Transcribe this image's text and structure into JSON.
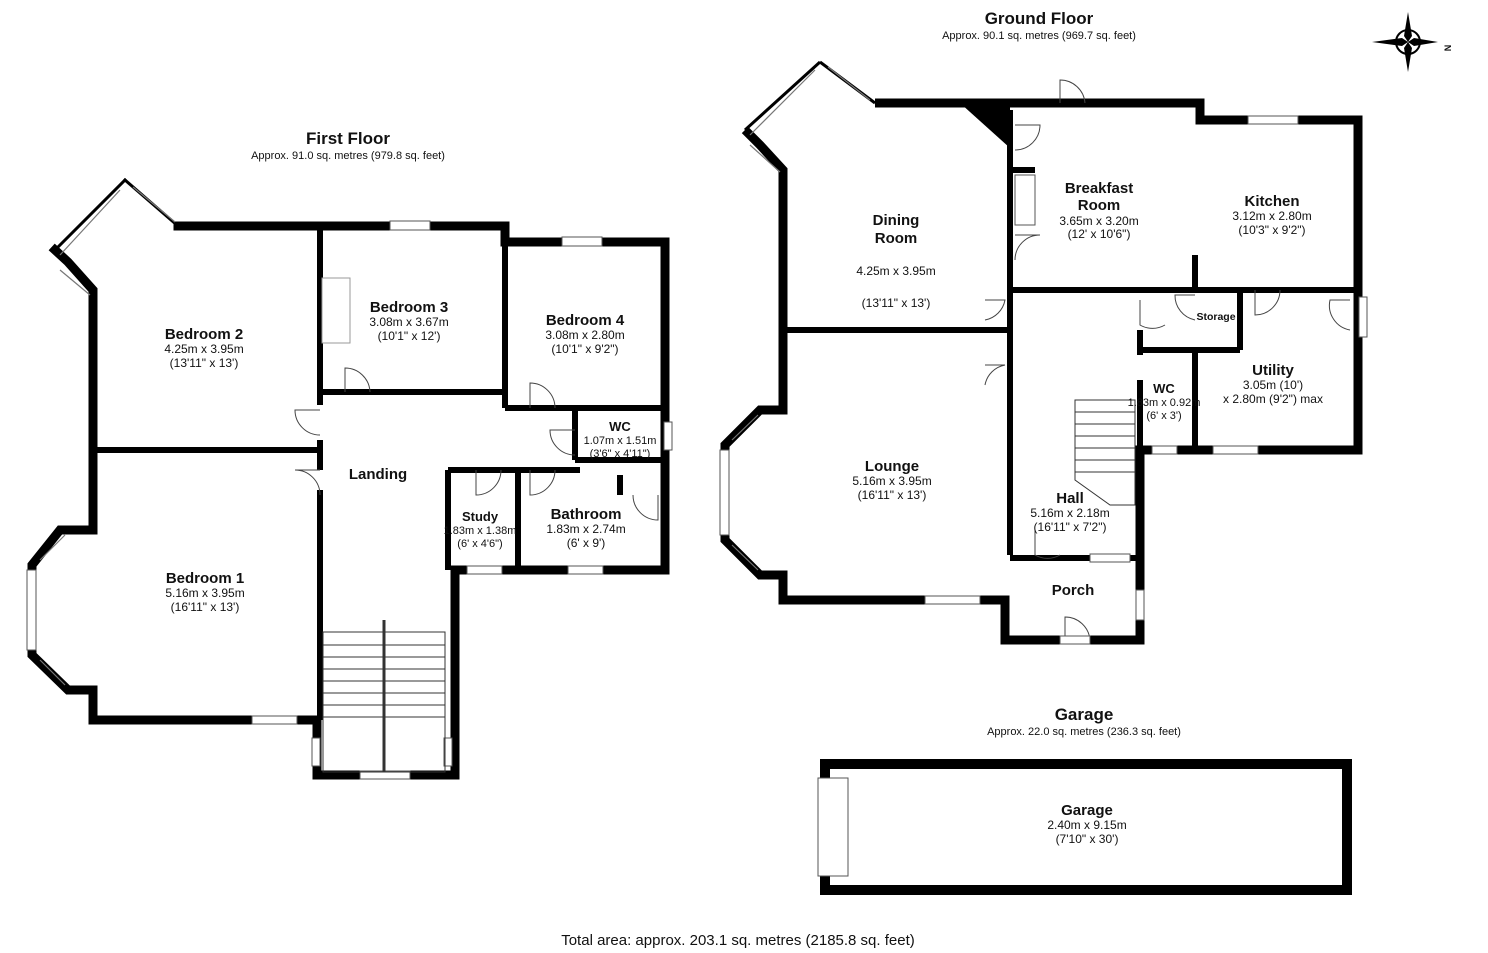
{
  "floors": {
    "first": {
      "title": "First Floor",
      "area": "Approx. 91.0 sq. metres (979.8 sq. feet)"
    },
    "ground": {
      "title": "Ground Floor",
      "area": "Approx. 90.1 sq. metres (969.7 sq. feet)"
    },
    "garage": {
      "title": "Garage",
      "area": "Approx. 22.0 sq. metres (236.3 sq. feet)"
    }
  },
  "rooms": {
    "bedroom2": {
      "name": "Bedroom 2",
      "metric": "4.25m x 3.95m",
      "imperial": "(13'11\" x 13')"
    },
    "bedroom3": {
      "name": "Bedroom 3",
      "metric": "3.08m x 3.67m",
      "imperial": "(10'1\" x 12')"
    },
    "bedroom4": {
      "name": "Bedroom 4",
      "metric": "3.08m x 2.80m",
      "imperial": "(10'1\" x 9'2\")"
    },
    "bedroom1": {
      "name": "Bedroom 1",
      "metric": "5.16m x 3.95m",
      "imperial": "(16'11\" x 13')"
    },
    "landing": {
      "name": "Landing"
    },
    "wc_first": {
      "name": "WC",
      "metric": "1.07m x 1.51m",
      "imperial": "(3'6\" x 4'11\")"
    },
    "study": {
      "name": "Study",
      "metric": "1.83m x 1.38m",
      "imperial": "(6' x 4'6\")"
    },
    "bathroom": {
      "name": "Bathroom",
      "metric": "1.83m x 2.74m",
      "imperial": "(6' x 9')"
    },
    "dining": {
      "name": "Dining\nRoom",
      "metric": "4.25m x 3.95m",
      "imperial": "(13'11\" x 13')"
    },
    "breakfast": {
      "name": "Breakfast\nRoom",
      "metric": "3.65m x 3.20m",
      "imperial": "(12' x 10'6\")"
    },
    "kitchen": {
      "name": "Kitchen",
      "metric": "3.12m x 2.80m",
      "imperial": "(10'3\" x 9'2\")"
    },
    "storage": {
      "name": "Storage"
    },
    "utility": {
      "name": "Utility",
      "metric": "3.05m (10')",
      "imperial": "x 2.80m (9'2\") max"
    },
    "wc_ground": {
      "name": "WC",
      "metric": "1.83m x 0.92m",
      "imperial": "(6' x 3')"
    },
    "lounge": {
      "name": "Lounge",
      "metric": "5.16m x 3.95m",
      "imperial": "(16'11\" x 13')"
    },
    "hall": {
      "name": "Hall",
      "metric": "5.16m x 2.18m",
      "imperial": "(16'11\" x 7'2\")"
    },
    "porch": {
      "name": "Porch"
    },
    "garage": {
      "name": "Garage",
      "metric": "2.40m x 9.15m",
      "imperial": "(7'10\" x 30')"
    }
  },
  "compass": {
    "label": "N",
    "icon": "compass-rose-icon"
  },
  "total_area": "Total area: approx. 203.1 sq. metres (2185.8 sq. feet)"
}
